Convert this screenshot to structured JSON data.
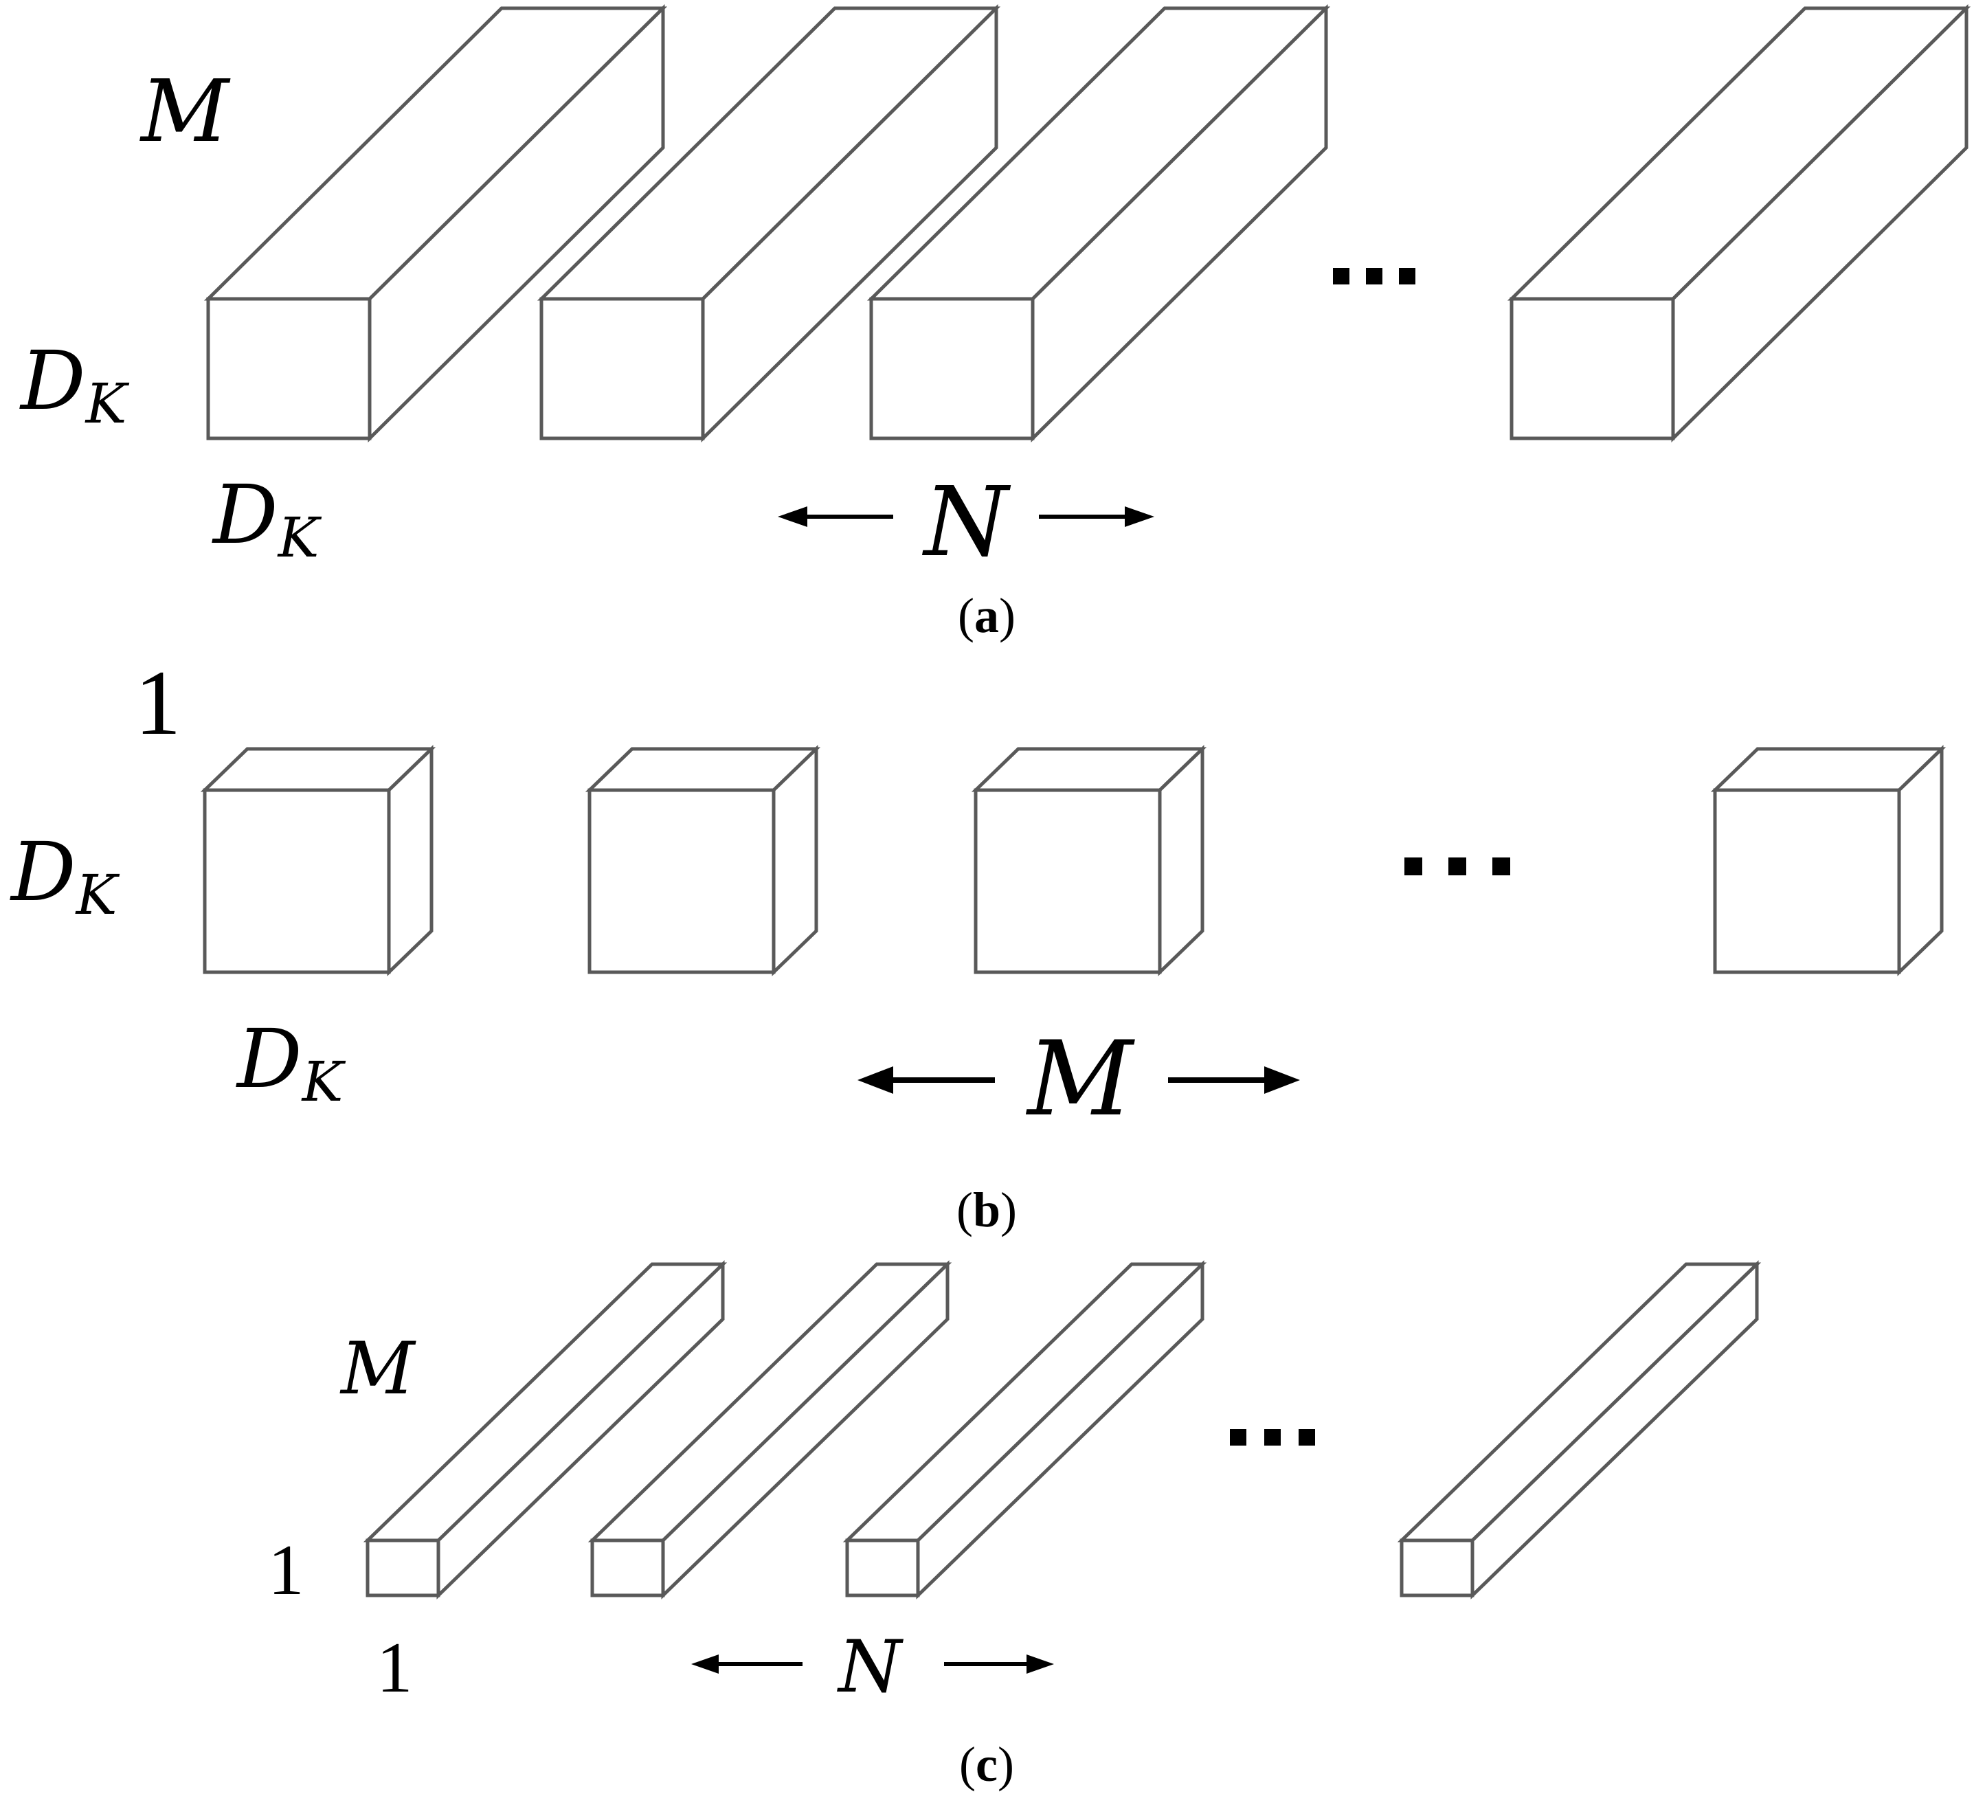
{
  "labels": {
    "a": {
      "depth": "M",
      "height_main": "D",
      "height_sub": "K",
      "width_main": "D",
      "width_sub": "K",
      "count": "N"
    },
    "b": {
      "depth": "1",
      "height_main": "D",
      "height_sub": "K",
      "width_main": "D",
      "width_sub": "K",
      "count": "M"
    },
    "c": {
      "depth": "M",
      "height": "1",
      "width": "1",
      "count": "N"
    }
  },
  "captions": {
    "a": {
      "open": "(",
      "letter": "a",
      "close": ")"
    },
    "b": {
      "open": "(",
      "letter": "b",
      "close": ")"
    },
    "c": {
      "open": "(",
      "letter": "c",
      "close": ")"
    }
  },
  "ellipsis": "..."
}
